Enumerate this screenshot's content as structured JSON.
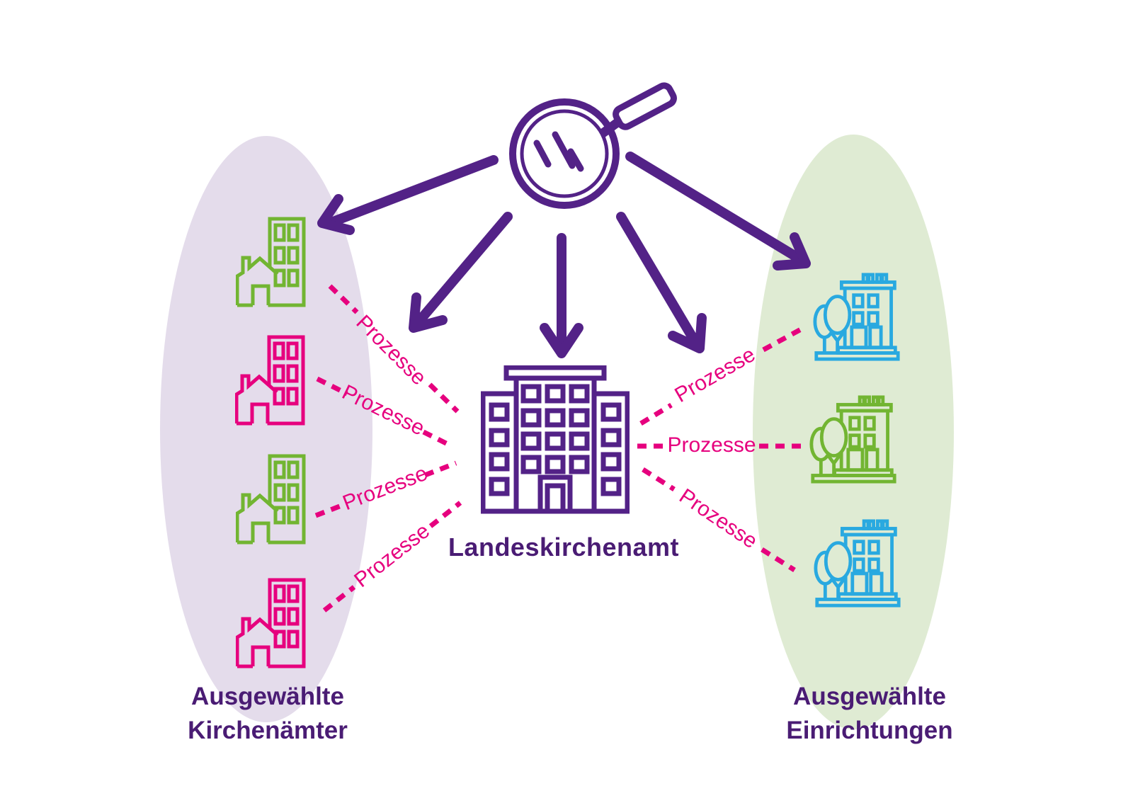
{
  "diagram": {
    "type": "illustration-diagram",
    "magnifier_icon": "magnifying-glass",
    "center": {
      "label": "Landeskirchenamt",
      "icon": "office-building"
    },
    "left_group": {
      "title_line1": "Ausgewählte",
      "title_line2": "Kirchenämter",
      "buildings": [
        {
          "name": "church-office-1",
          "icon": "house-with-tower",
          "color": "#72b532"
        },
        {
          "name": "church-office-2",
          "icon": "house-with-tower",
          "color": "#e6007e"
        },
        {
          "name": "church-office-3",
          "icon": "house-with-tower",
          "color": "#72b532"
        },
        {
          "name": "church-office-4",
          "icon": "house-with-tower",
          "color": "#e6007e"
        }
      ]
    },
    "right_group": {
      "title_line1": "Ausgewählte",
      "title_line2": "Einrichtungen",
      "buildings": [
        {
          "name": "institution-1",
          "icon": "building-with-trees",
          "color": "#29a9e0"
        },
        {
          "name": "institution-2",
          "icon": "building-with-trees",
          "color": "#72b532"
        },
        {
          "name": "institution-3",
          "icon": "building-with-trees",
          "color": "#29a9e0"
        }
      ]
    },
    "process_label": "Prozesse",
    "process_connector_count": 7,
    "magnifier_arrow_count": 5,
    "colors": {
      "purple": "#532287",
      "text_purple": "#4a1c74",
      "pink": "#e6007e",
      "green": "#72b532",
      "blue": "#29a9e0",
      "left_ellipse_bg": "#e4dceb",
      "right_ellipse_bg": "#dfebd3"
    }
  }
}
